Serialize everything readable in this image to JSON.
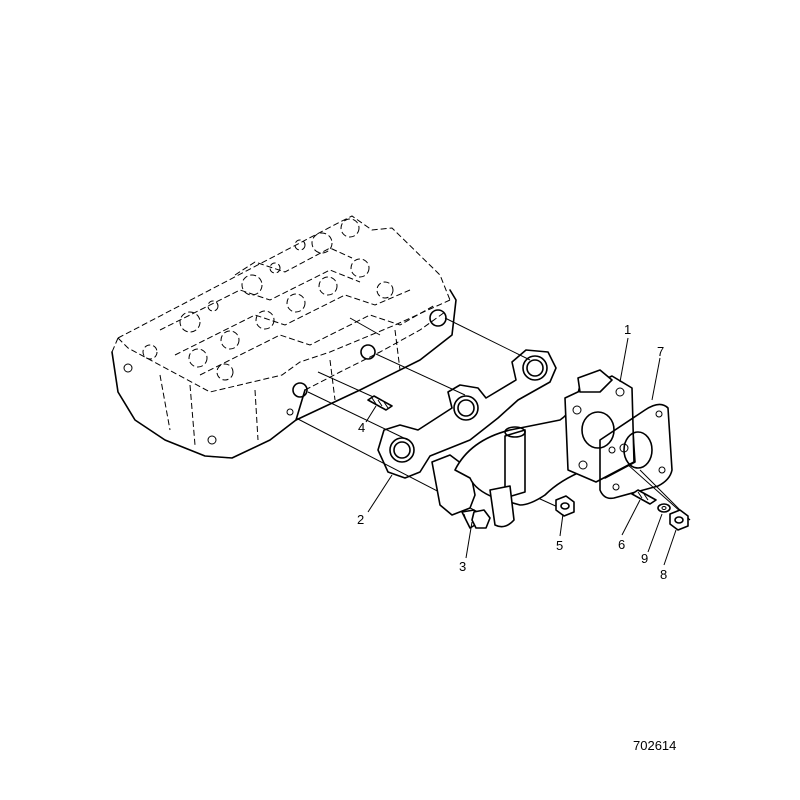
{
  "callouts": [
    {
      "id": "1",
      "text": "1"
    },
    {
      "id": "2",
      "text": "2"
    },
    {
      "id": "3",
      "text": "3"
    },
    {
      "id": "4",
      "text": "4"
    },
    {
      "id": "5",
      "text": "5"
    },
    {
      "id": "6",
      "text": "6"
    },
    {
      "id": "7",
      "text": "7"
    },
    {
      "id": "8",
      "text": "8"
    },
    {
      "id": "9",
      "text": "9"
    }
  ],
  "drawing_number": "702614"
}
